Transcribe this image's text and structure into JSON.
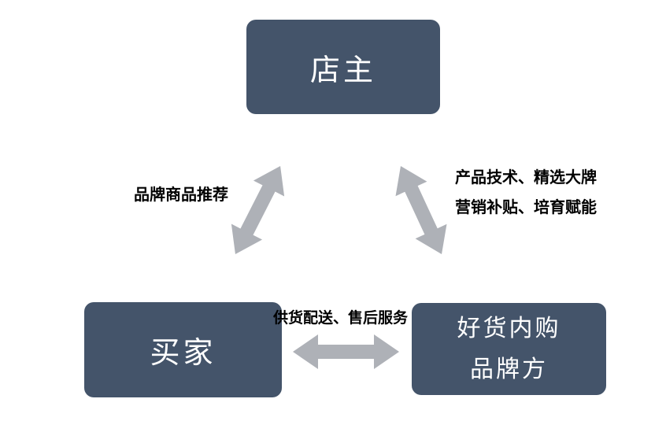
{
  "colors": {
    "background": "#FFFFFF",
    "box_fill": "#44546A",
    "box_text": "#FFFFFF",
    "arrow_fill": "#AEB1B7",
    "label_text": "#000000"
  },
  "diagram": {
    "nodes": {
      "shop_owner": {
        "label": "店主"
      },
      "buyer": {
        "label": "买家"
      },
      "brand": {
        "label_line1": "好货内购",
        "label_line2": "品牌方"
      }
    },
    "edges": {
      "buyer_shop_owner": {
        "label": "品牌商品推荐"
      },
      "brand_shop_owner": {
        "label_line1": "产品技术、精选大牌",
        "label_line2": "营销补贴、培育赋能"
      },
      "buyer_brand": {
        "label": "供货配送、售后服务"
      }
    }
  }
}
